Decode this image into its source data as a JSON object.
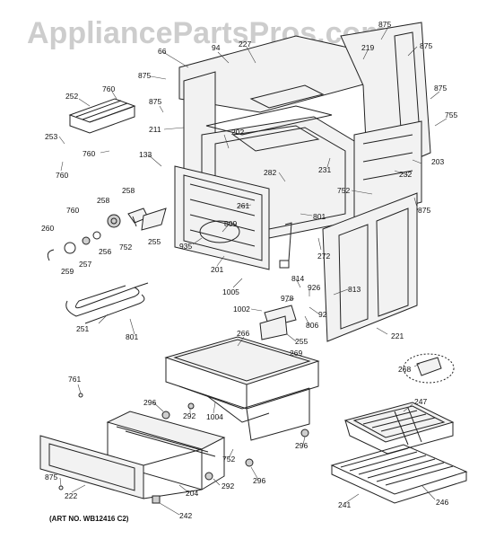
{
  "watermark": "AppliancePartsPros.com",
  "art_number": "(ART NO. WB12416 C2)",
  "callouts": [
    "875",
    "219",
    "875",
    "875",
    "755",
    "94",
    "66",
    "227",
    "875",
    "875",
    "211",
    "252",
    "760",
    "253",
    "760",
    "760",
    "133",
    "202",
    "231",
    "203",
    "232",
    "258",
    "258",
    "760",
    "260",
    "259",
    "257",
    "256",
    "752",
    "255",
    "282",
    "261",
    "801",
    "752",
    "875",
    "809",
    "935",
    "201",
    "272",
    "1005",
    "814",
    "926",
    "813",
    "978",
    "1002",
    "92",
    "806",
    "255",
    "269",
    "251",
    "801",
    "221",
    "266",
    "268",
    "761",
    "296",
    "292",
    "1004",
    "247",
    "296",
    "875",
    "222",
    "204",
    "292",
    "752",
    "296",
    "246",
    "241",
    "242"
  ]
}
